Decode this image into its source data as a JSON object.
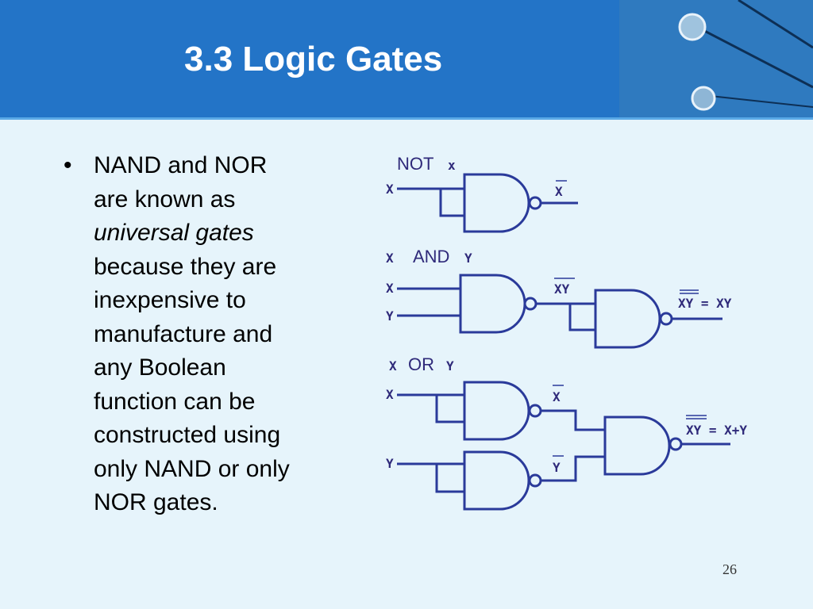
{
  "slide": {
    "title": "3.3 Logic Gates",
    "page_number": "26"
  },
  "bullet": {
    "marker": "•",
    "line1": "NAND and NOR",
    "line2": "are known as",
    "line3_italic": "universal gates",
    "line4": "because they are",
    "line5": "inexpensive to",
    "line6": "manufacture and",
    "line7": "any Boolean",
    "line8": "function can be",
    "line9": "constructed using",
    "line10": "only NAND or only",
    "line11": "NOR gates."
  },
  "diagram": {
    "not_section": {
      "label_a": "NOT",
      "label_b": "x",
      "input": "X",
      "output": "X"
    },
    "and_section": {
      "label_a": "X",
      "label_b": "AND",
      "label_c": "Y",
      "input_x": "X",
      "input_y": "Y",
      "mid": "XY",
      "output": "XY = XY"
    },
    "or_section": {
      "label_a": "X",
      "label_b": "OR",
      "label_c": "Y",
      "input_x": "X",
      "input_y": "Y",
      "mid_x": "X",
      "mid_y": "Y",
      "output": "XY = X+Y"
    },
    "colors": {
      "ink": "#2f2a7a",
      "stroke": "#2a3a9a"
    }
  }
}
